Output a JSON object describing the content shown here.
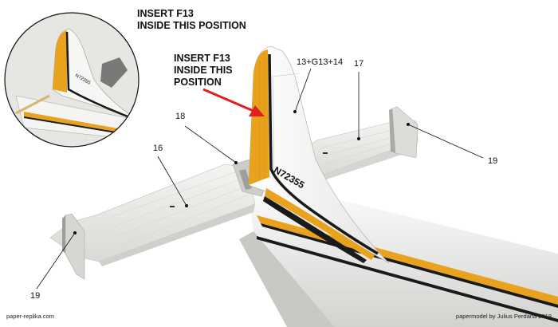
{
  "instructions": {
    "inset_note_line1": "INSERT F13",
    "inset_note_line2": "INSIDE THIS POSITION",
    "main_note_line1": "INSERT F13",
    "main_note_line2": "INSIDE THIS",
    "main_note_line3": "POSITION"
  },
  "registration": "N72355",
  "part_labels": {
    "fin": "13+G13+14",
    "right_stabilizer": "17",
    "fin_root": "18",
    "left_stabilizer": "16",
    "right_end_plate": "19",
    "left_end_plate": "19"
  },
  "footer": {
    "left": "paper-replika.com",
    "right": "papermodel by Julius Perdana 2018"
  },
  "colors": {
    "stripe_orange": "#e8a21d",
    "stripe_black": "#1a1a1a",
    "arrow_red": "#e0201c",
    "paper_white": "#f2f2f0",
    "shadow_gray": "#b9b9b6"
  }
}
